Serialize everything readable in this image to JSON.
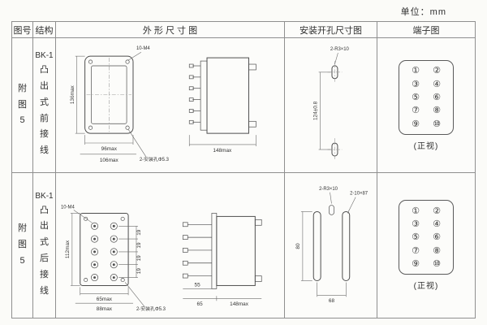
{
  "unit_label": "单位：mm",
  "table": {
    "headers": {
      "figure": "图号",
      "structure": "结构",
      "outline": "外 形 尺 寸 图",
      "install": "安装开孔尺寸图",
      "terminal": "端子图"
    },
    "terminal_numbers": [
      "①",
      "②",
      "③",
      "④",
      "⑤",
      "⑥",
      "⑦",
      "⑧",
      "⑨",
      "⑩"
    ],
    "rows": [
      {
        "figure_no": "附图5",
        "model": "BK-1",
        "structure": "凸出式前接线",
        "outline": {
          "dim_height": "136max",
          "dim_width": "96max",
          "dim_width_outer": "106max",
          "screw_label": "10-M4",
          "mount_hole_label": "2-安装孔Φ5.3",
          "dim_side_width": "148max"
        },
        "install": {
          "slot_label": "2-R3×10",
          "dim_spacing": "124±0.8"
        },
        "terminal_view_label": "(正视)"
      },
      {
        "figure_no": "附图5",
        "model": "BK-1",
        "structure": "凸出式后接线",
        "outline": {
          "screw_label": "10-M4",
          "dim_height": "112max",
          "pitch": [
            "19",
            "19",
            "19",
            "19"
          ],
          "dim_width": "65max",
          "dim_width_outer": "88max",
          "mount_hole_label": "2-安装孔Φ5.3",
          "dim_stud": "55",
          "dim_flange": "65",
          "dim_side_width": "148max"
        },
        "install": {
          "slot_label": "2-R3×10",
          "cutout_label": "2-10×87",
          "dim_height": "80",
          "dim_spacing": "68"
        },
        "terminal_view_label": "(正视)"
      }
    ]
  }
}
